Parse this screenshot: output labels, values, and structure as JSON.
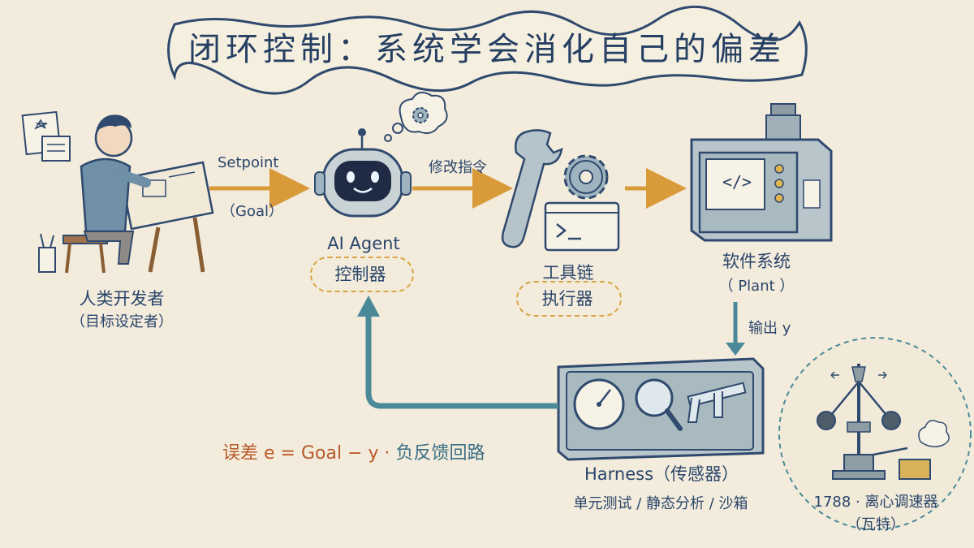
{
  "title": "闭环控制：系统学会消化自己的偏差",
  "developer": {
    "label": "人类开发者",
    "sub": "（目标设定者）"
  },
  "setpoint": {
    "label": "Setpoint",
    "sub": "（Goal）"
  },
  "agent": {
    "label": "AI Agent",
    "sub": "控制器"
  },
  "modify": {
    "label": "修改指令"
  },
  "toolchain": {
    "label": "工具链",
    "sub": "执行器"
  },
  "plant": {
    "label": "软件系统",
    "sub": "（ Plant ）",
    "code_glyph": "</>"
  },
  "output": {
    "label": "输出 y"
  },
  "harness": {
    "label": "Harness（传感器）",
    "sub": "单元测试 / 静态分析 / 沙箱"
  },
  "error": {
    "formula": "误差 e = Goal − y",
    "sep": " · ",
    "feedback": "负反馈回路"
  },
  "governor": {
    "label": "1788 · 离心调速器",
    "sub": "（瓦特）"
  },
  "colors": {
    "ink": "#2f4a6e",
    "arrow": "#d99a3a",
    "feedback": "#4a8a98",
    "error": "#b85a2a",
    "metal": "#9fb4bf"
  }
}
